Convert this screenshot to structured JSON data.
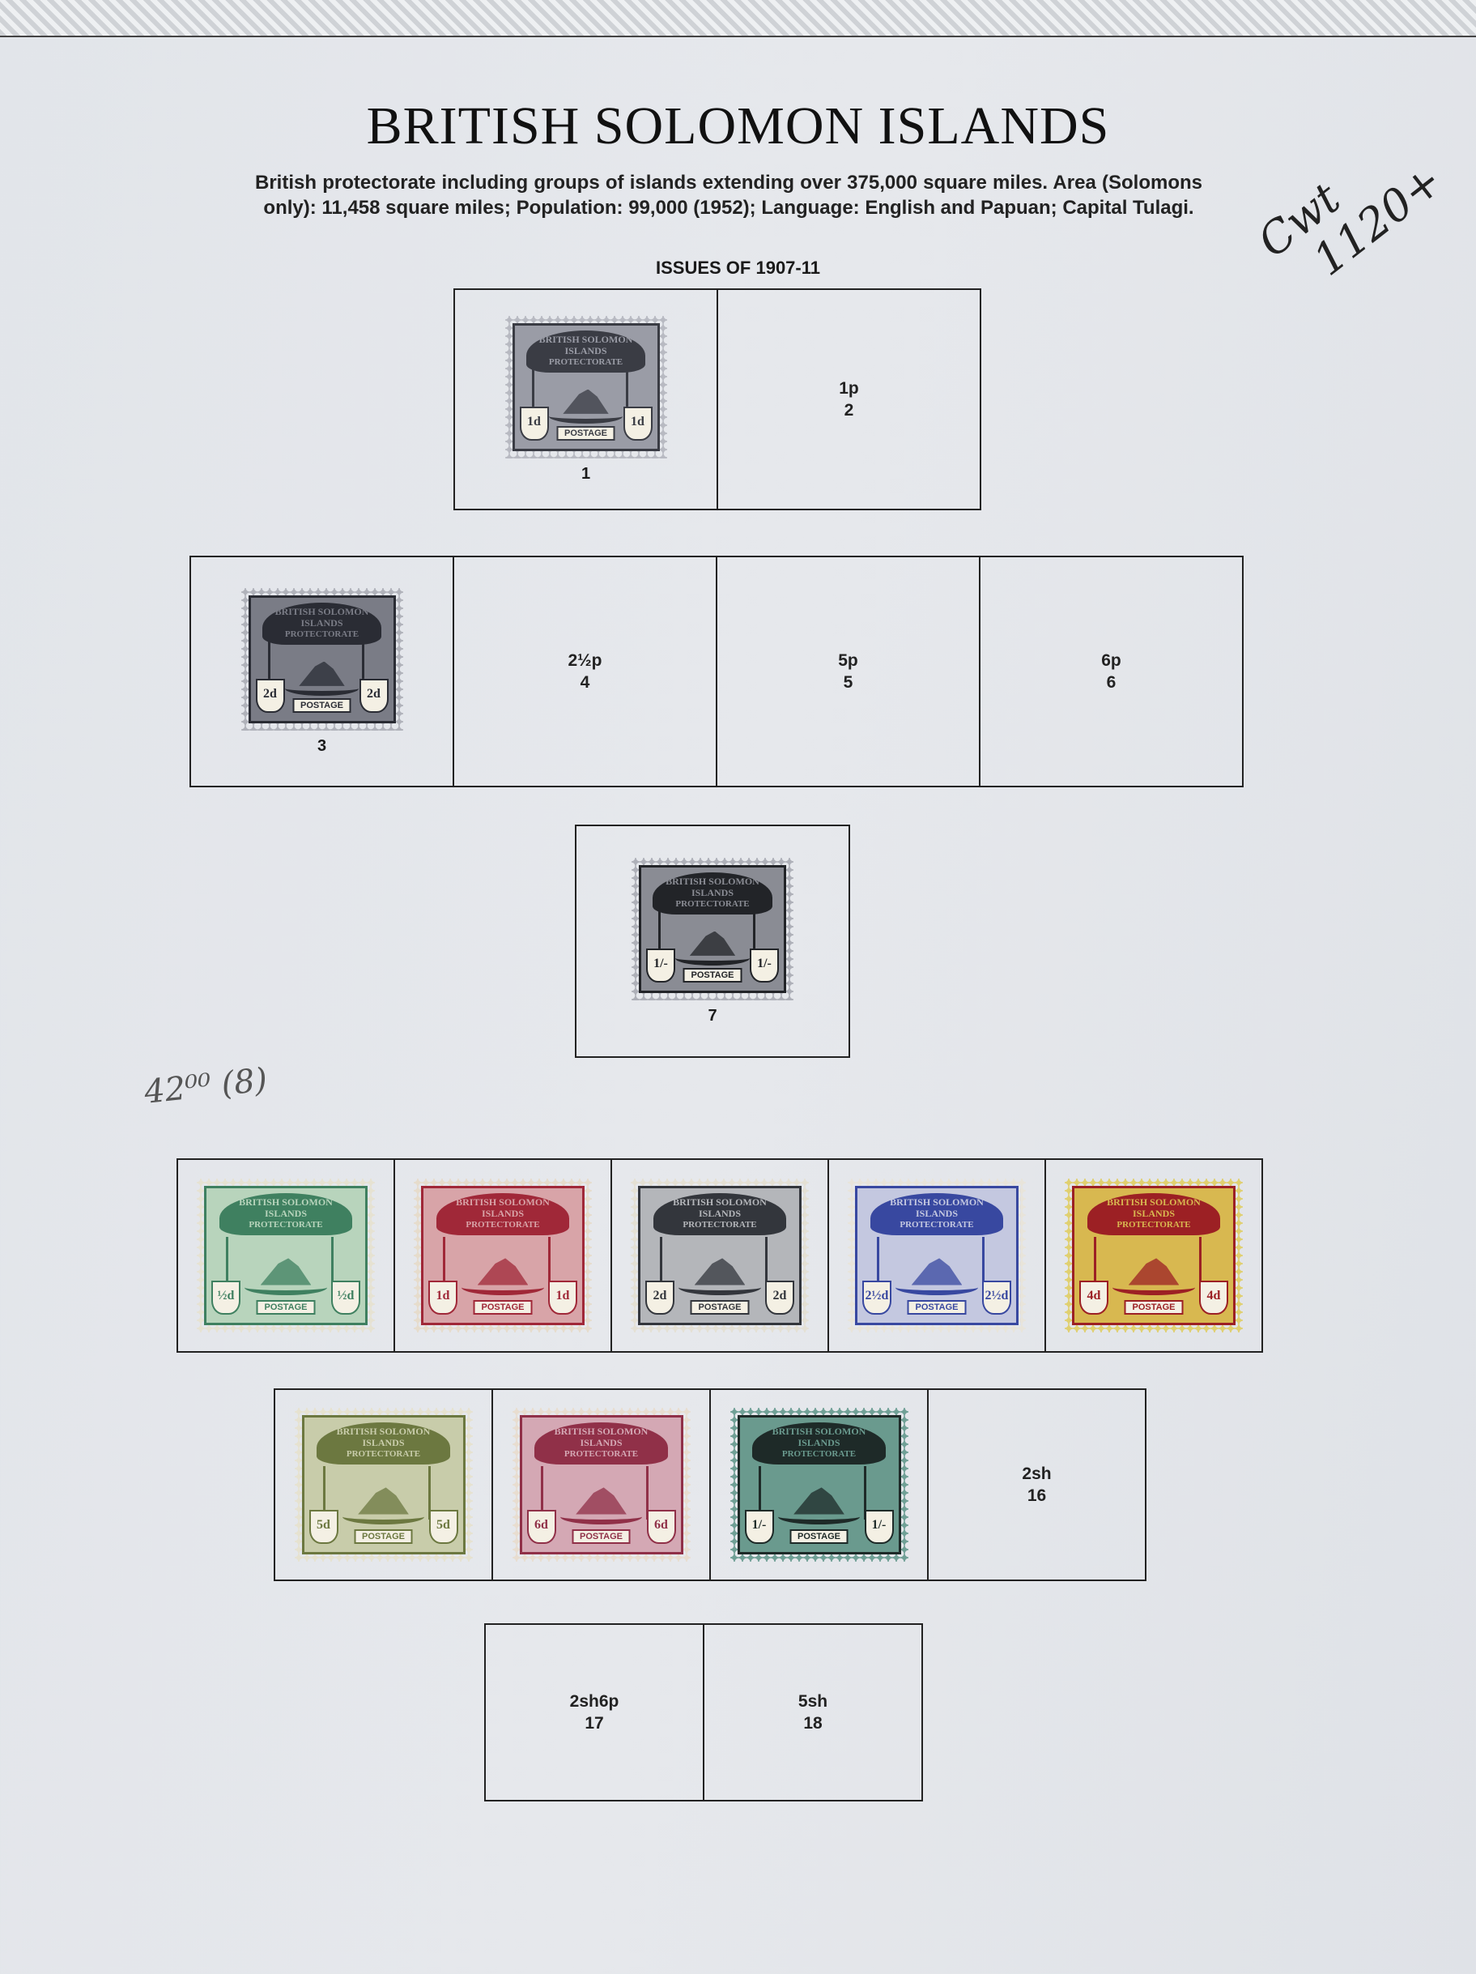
{
  "page": {
    "title": "BRITISH SOLOMON ISLANDS",
    "description": "British protectorate including groups of islands extending over 375,000 square miles. Area (Solomons only): 11,458 square miles; Population: 99,000 (1952); Language: English and Papuan; Capital Tulagi.",
    "section": "ISSUES OF 1907-11"
  },
  "annotations": {
    "catalog_note_1": "Cwt",
    "catalog_note_2": "1120+",
    "row_value_note": "42⁰⁰ (8)"
  },
  "stamp_text": {
    "header": "BRITISH SOLOMON ISLANDS",
    "subheader": "PROTECTORATE",
    "postage": "POSTAGE"
  },
  "rows": [
    {
      "cells": [
        {
          "stamp": {
            "value": "1d",
            "ink": "#3a3c44",
            "bg": "#9a9ca6",
            "paper": "#b8bac2"
          },
          "number": "1"
        },
        {
          "caption": "1p",
          "number": "2"
        }
      ]
    },
    {
      "cells": [
        {
          "stamp": {
            "value": "2d",
            "ink": "#2a2c34",
            "bg": "#7a7c86",
            "paper": "#b0b2ba"
          },
          "number": "3"
        },
        {
          "caption": "2½p",
          "number": "4"
        },
        {
          "caption": "5p",
          "number": "5"
        },
        {
          "caption": "6p",
          "number": "6"
        }
      ]
    },
    {
      "cells": [
        {
          "stamp": {
            "value": "1/-",
            "ink": "#222428",
            "bg": "#8a8c94",
            "paper": "#aeb0b8"
          },
          "number": "7"
        }
      ]
    },
    {
      "cells": [
        {
          "stamp": {
            "value": "½d",
            "ink": "#3f8060",
            "bg": "#b8d4bc",
            "paper": "#e6e2d2"
          }
        },
        {
          "stamp": {
            "value": "1d",
            "ink": "#a02838",
            "bg": "#d8a4a8",
            "paper": "#e6dccc"
          }
        },
        {
          "stamp": {
            "value": "2d",
            "ink": "#33363c",
            "bg": "#b4b6ba",
            "paper": "#e4e0d4"
          }
        },
        {
          "stamp": {
            "value": "2½d",
            "ink": "#3848a0",
            "bg": "#c4c8e0",
            "paper": "#e8e4da"
          }
        },
        {
          "stamp": {
            "value": "4d",
            "ink": "#9c2024",
            "bg": "#d8b850",
            "paper": "#e0d070"
          }
        }
      ]
    },
    {
      "cells": [
        {
          "stamp": {
            "value": "5d",
            "ink": "#6c7840",
            "bg": "#c8ccaa",
            "paper": "#e6e2d0"
          }
        },
        {
          "stamp": {
            "value": "6d",
            "ink": "#903048",
            "bg": "#d4a8b4",
            "paper": "#e8ddd0"
          }
        },
        {
          "stamp": {
            "value": "1/-",
            "ink": "#1e2a28",
            "bg": "#6a9a8e",
            "paper": "#70a096"
          }
        },
        {
          "caption": "2sh",
          "number": "16"
        }
      ]
    },
    {
      "cells": [
        {
          "caption": "2sh6p",
          "number": "17"
        },
        {
          "caption": "5sh",
          "number": "18"
        }
      ]
    }
  ]
}
